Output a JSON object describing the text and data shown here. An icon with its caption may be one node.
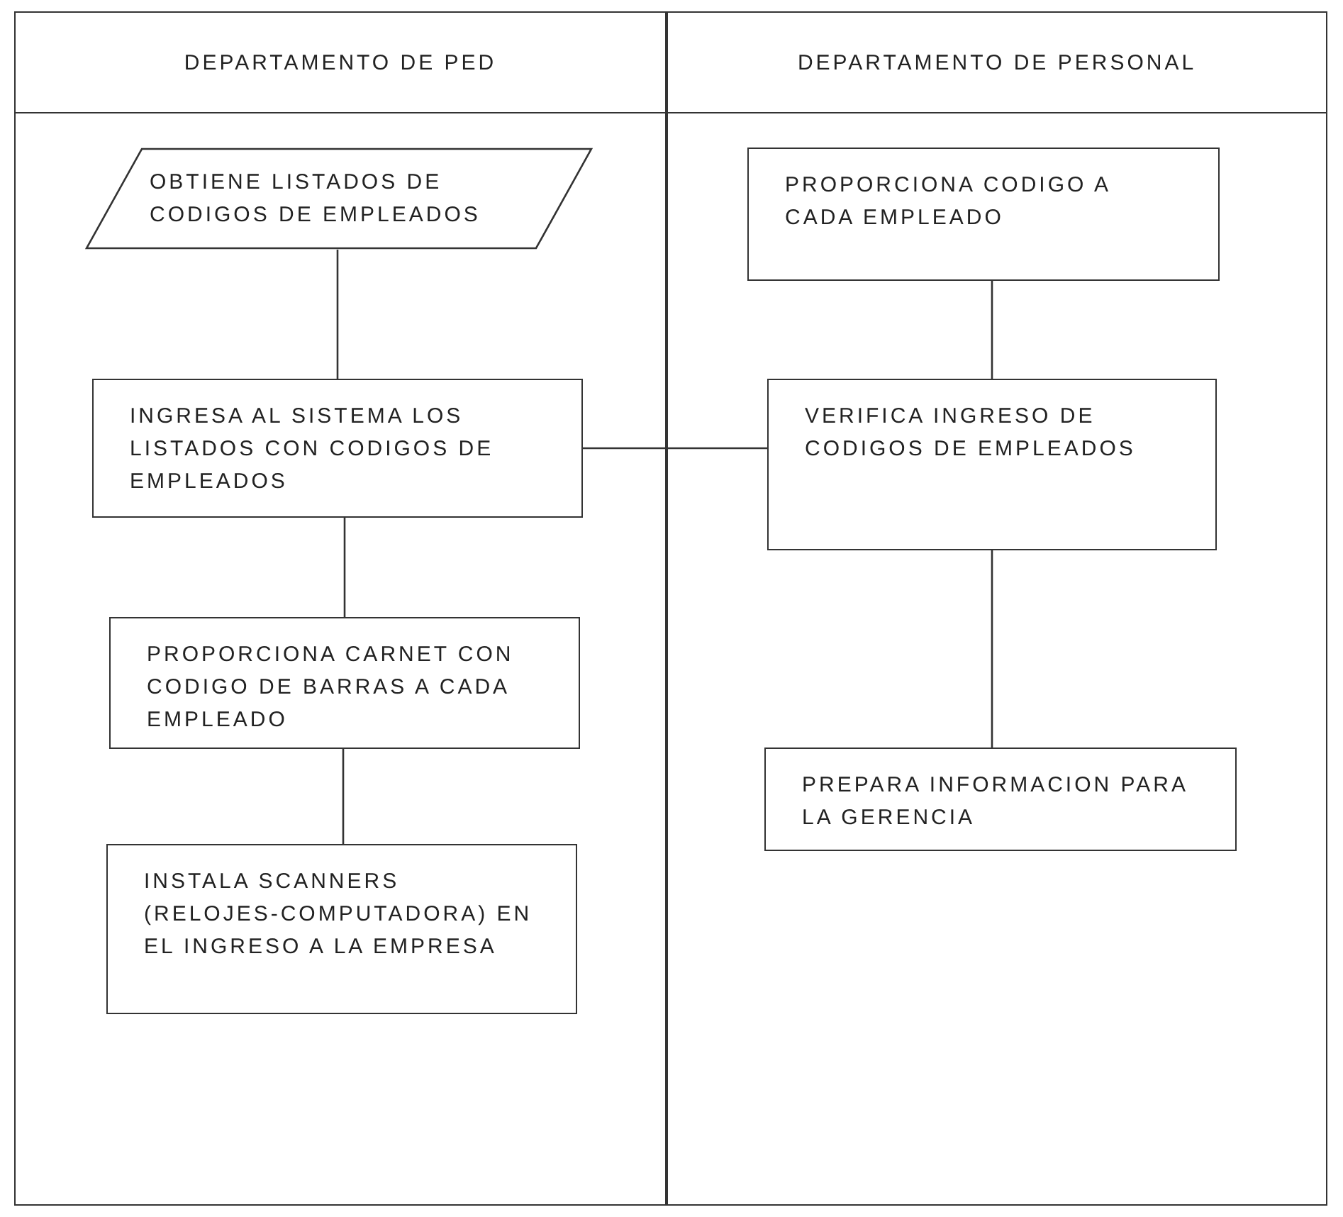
{
  "diagram": {
    "nodes": [
      {
        "text": [
          "DEPARTAMENTO DE PED"
        ]
      },
      {
        "text": [
          "OBTIENE LISTADOS DE CODIGOS DE EMPLEADOS"
        ],
        "in": 0
      },
      {
        "text": [
          "INGRESA AL SISTEMA LOS LISTADOS CON CODIGOS DE EMPLEADOS"
        ],
        "in": 0
      },
      {
        "text": [
          "PROPORCIONA CARNET CON CODIGO DE BARRAS A CADA EMPLEADO"
        ],
        "in": 0
      },
      {
        "text": [
          "INSTALA SCANNERS (RELOJES-COMPUTADORA) EN EL INGRESO A LA EMPRESA"
        ],
        "in": 0
      },
      {
        "text": [
          "DEPARTAMENTO DE PERSONAL"
        ]
      },
      {
        "text": [
          "PROPORCIONA CODIGO A CADA EMPLEADO"
        ],
        "in": 5
      },
      {
        "text": [
          "VERIFICA INGRESO DE CODIGOS DE EMPLEADOS"
        ],
        "in": 5
      },
      {
        "text": [
          "PREPARA INFORMACION PARA LA GERENCIA"
        ],
        "in": 5
      }
    ],
    "edges": [
      {
        "from": 1,
        "to": 2,
        "arrow": "none"
      },
      {
        "from": 2,
        "to": 3,
        "arrow": "none"
      },
      {
        "from": 3,
        "to": 4,
        "arrow": "none"
      },
      {
        "from": 2,
        "to": 7,
        "arrow": "none"
      },
      {
        "from": 6,
        "to": 7,
        "arrow": "none"
      },
      {
        "from": 7,
        "to": 8,
        "arrow": "none"
      }
    ]
  }
}
